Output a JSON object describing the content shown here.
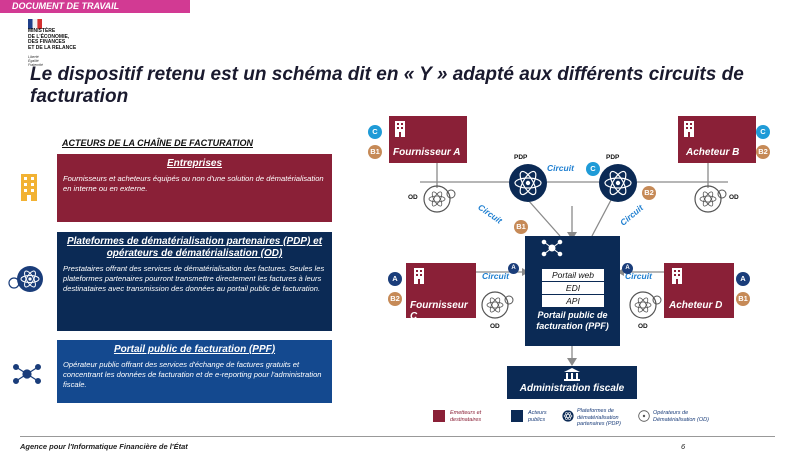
{
  "header": {
    "banner": "DOCUMENT DE TRAVAIL",
    "logo_lines": [
      "MINISTÈRE",
      "DE L'ÉCONOMIE,",
      "DES FINANCES",
      "ET DE LA RELANCE"
    ],
    "motto": [
      "Liberté",
      "Égalité",
      "Fraternité"
    ]
  },
  "title": "Le dispositif retenu est un schéma dit en « Y » adapté aux différents circuits de facturation",
  "left_panel": {
    "heading": "ACTEURS DE LA CHAÎNE DE FACTURATION",
    "cards": [
      {
        "title": "Entreprises",
        "text": "Fournisseurs et acheteurs équipés ou non d'une solution de dématérialisation en interne ou en externe."
      },
      {
        "title": "Plateformes de dématérialisation partenaires (PDP) et opérateurs de dématérialisation (OD)",
        "text": "Prestataires offrant des services de dématérialisation des factures. Seules les plateformes partenaires pourront transmettre directement les factures à leurs destinataires avec transmission des données au portail public de facturation."
      },
      {
        "title": "Portail public de facturation (PPF)",
        "text": "Opérateur public offrant des services d'échange de factures gratuits et concentrant les données de facturation et de e-reporting pour l'administration fiscale."
      }
    ]
  },
  "diagram": {
    "fournisseur_a": "Fournisseur A",
    "acheteur_b": "Acheteur B",
    "fournisseur_c": "Fournisseur C",
    "acheteur_d": "Acheteur D",
    "pdp": "PDP",
    "od": "OD",
    "circuit": "Circuit",
    "ppf_items": [
      "Portail web",
      "EDI",
      "API"
    ],
    "ppf_label": "Portail public de facturation (PPF)",
    "admin": "Administration fiscale",
    "badges": {
      "c": "C",
      "a": "A",
      "b1": "B1",
      "b2": "B2"
    }
  },
  "legend": {
    "emetteurs": "Emetteurs et destinataires",
    "acteurs": "Acteurs publics",
    "pdp": "Plateformes de dématérialisation partenaires (PDP)",
    "od": "Opérateurs de Dématérialisation (OD)"
  },
  "footer": {
    "agency": "Agence pour l'Informatique Financière de l'État",
    "page": "6"
  },
  "colors": {
    "wine": "#8a2037",
    "navy": "#0b2a55",
    "blue": "#14498f",
    "cyan": "#1f9bd7",
    "tan": "#c68a57",
    "accent": "#d23a93"
  }
}
